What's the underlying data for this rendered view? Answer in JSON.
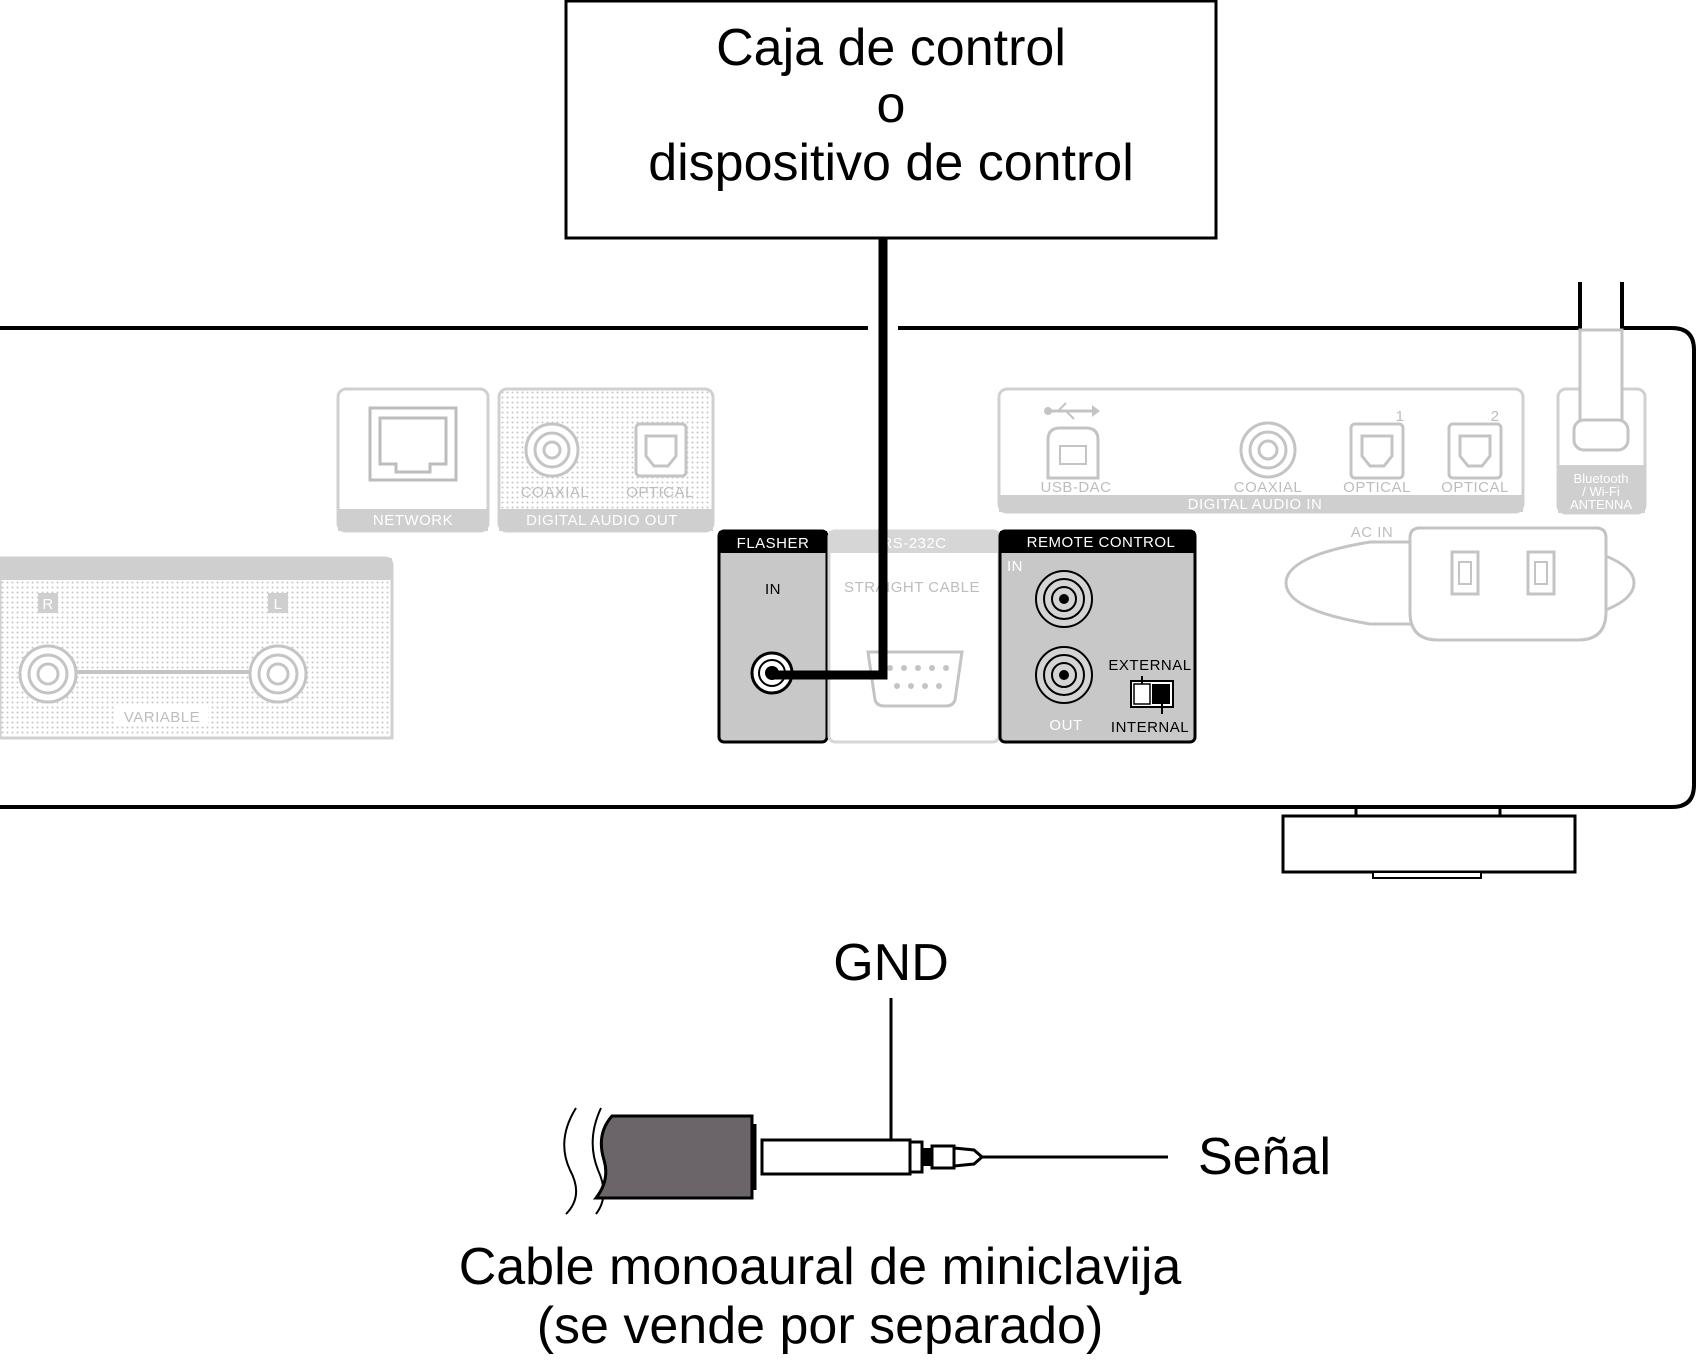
{
  "control_box": {
    "line1": "Caja de control",
    "line2": "o",
    "line3": "dispositivo de control"
  },
  "rear_panel": {
    "network": "NETWORK",
    "digital_audio_out": "DIGITAL AUDIO OUT",
    "coaxial_out": "COAXIAL",
    "optical_out": "OPTICAL",
    "flasher": "FLASHER",
    "flasher_in": "IN",
    "rs232c": "RS-232C",
    "straight_cable": "STRAIGHT CABLE",
    "remote_control": "REMOTE CONTROL",
    "remote_in": "IN",
    "remote_out": "OUT",
    "external": "EXTERNAL",
    "internal": "INTERNAL",
    "usb_dac": "USB-DAC",
    "coaxial_in": "COAXIAL",
    "optical_in_1": "OPTICAL",
    "optical_in_2": "OPTICAL",
    "optical_num_1": "1",
    "optical_num_2": "2",
    "digital_audio_in": "DIGITAL AUDIO IN",
    "ac_in": "AC IN",
    "antenna_line1": "Bluetooth",
    "antenna_line2": "/ Wi-Fi",
    "antenna_line3": "ANTENNA",
    "variable": "VARIABLE",
    "channel_r": "R",
    "channel_l": "L"
  },
  "plug": {
    "gnd": "GND",
    "signal": "Señal",
    "caption_line1": "Cable monoaural de miniclavija",
    "caption_line2": "(se vende por separado)"
  },
  "colors": {
    "line": "#000000",
    "panel_grey": "#bdbdbd",
    "active_panel": "#c8c8c8",
    "plug_body": "#6b6468"
  }
}
